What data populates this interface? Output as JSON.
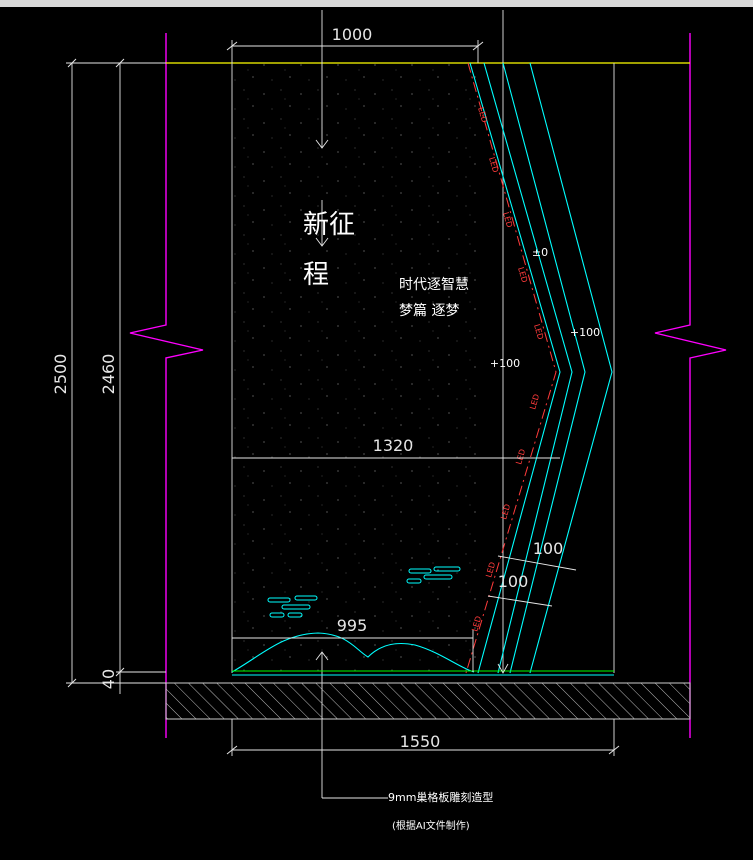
{
  "dimensions": {
    "top_width": "1000",
    "mid_width": "1320",
    "bottom_width": "995",
    "base_width": "1550",
    "total_height": "2500",
    "inner_height": "2460",
    "base_height": "40",
    "offset_a": "100",
    "offset_b": "100"
  },
  "title_vertical": [
    "新征",
    "程"
  ],
  "slogan": {
    "line1": "时代逐智慧",
    "line2": "梦篇  逐梦"
  },
  "elevations": {
    "zero": "±0",
    "plus_right": "+100",
    "plus_left": "+100"
  },
  "led_label": "LED",
  "notes": {
    "carving": "9mm巢格板雕刻造型",
    "source": "(根据AI文件制作)"
  },
  "colors": {
    "background": "#000000",
    "dimension_line": "#e6e6e6",
    "break_line": "#ff00ff",
    "top_edge": "#ffff00",
    "cyan_profile": "#00ffff",
    "led_strip": "#ff3b3b",
    "ground_line": "#00ff00",
    "panel_edge": "#cccccc"
  }
}
